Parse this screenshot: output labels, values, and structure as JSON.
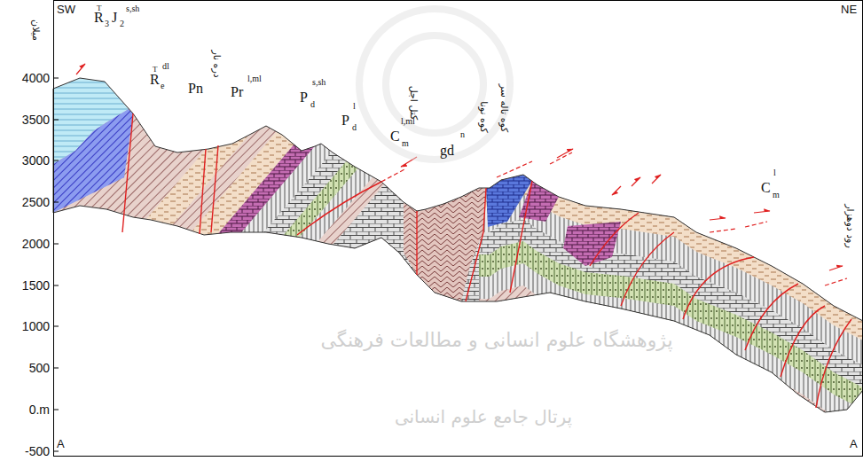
{
  "diagram": {
    "labels": [
      "SW",
      "NE",
      "4000",
      "3500",
      "3000",
      "2500",
      "2000",
      "1500",
      "1000",
      "500",
      "0.m",
      "-500",
      "A",
      "A",
      "T",
      "R",
      "3",
      "J",
      "2",
      "s,sh",
      "T",
      "R",
      "e",
      "dl",
      "Pn",
      "Pr",
      "l,ml",
      "P",
      "d",
      "s,sh",
      "P",
      "d",
      "l",
      "C",
      "m",
      "l,ml",
      "gd",
      "n",
      "C",
      "m",
      "l",
      "میلان",
      "دره نار",
      "کتل اجل",
      "کوه نونا",
      "کوه تاله سر",
      "رود دوهزار",
      "پژوهشگاه علوم انسانی و مطالعات فرهنگی",
      "پرتال جامع علوم انسانی"
    ]
  }
}
